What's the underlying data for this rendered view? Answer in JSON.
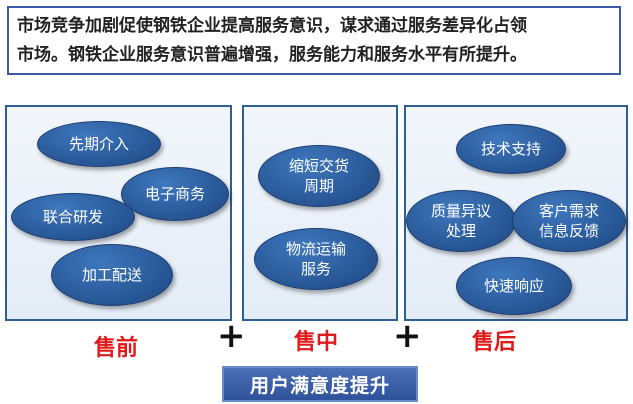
{
  "headline": {
    "line1": "市场竞争加剧促使钢铁企业提高服务意识，谋求通过服务差异化占领",
    "line2": "市场。钢铁企业服务意识普遍增强，服务能力和服务水平有所提升。"
  },
  "pre_sale": {
    "label": "售前",
    "items": [
      "先期介入",
      "电子商务",
      "联合研发",
      "加工配送"
    ]
  },
  "in_sale": {
    "label": "售中",
    "items": [
      {
        "line1": "缩短交货",
        "line2": "周期"
      },
      {
        "line1": "物流运输",
        "line2": "服务"
      }
    ]
  },
  "after_sale": {
    "label": "售后",
    "items": [
      {
        "line1": "技术支持",
        "line2": ""
      },
      {
        "line1": "质量异议",
        "line2": "处理"
      },
      {
        "line1": "客户需求",
        "line2": "信息反馈"
      },
      {
        "line1": "快速响应",
        "line2": ""
      }
    ]
  },
  "operators": {
    "plus1": "+",
    "plus2": "+"
  },
  "result": "用户满意度提升",
  "colors": {
    "bubble": "#2b5c9c",
    "panel_border": "#2e5f92",
    "phase_label": "#e01a1a",
    "result_box": "#3a5ea6"
  }
}
